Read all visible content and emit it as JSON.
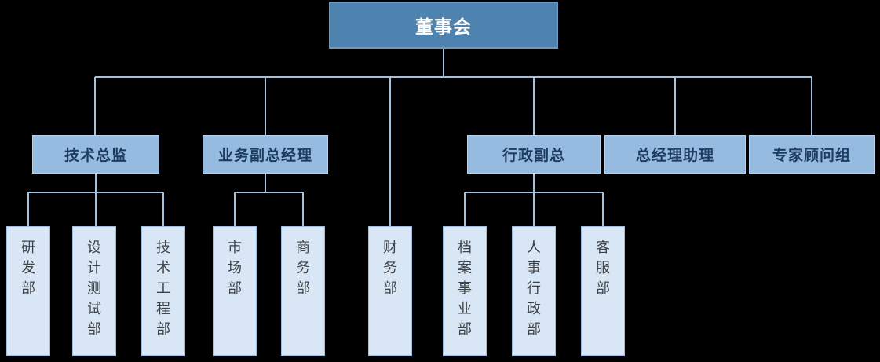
{
  "diagram": {
    "type": "org-chart",
    "root": {
      "label": "董事会"
    },
    "level2": [
      {
        "label": "技术总监",
        "parent": "董事会"
      },
      {
        "label": "业务副总经理",
        "parent": "董事会"
      },
      {
        "label": "行政副总",
        "parent": "董事会"
      },
      {
        "label": "总经理助理",
        "parent": "董事会"
      },
      {
        "label": "专家顾问组",
        "parent": "董事会"
      }
    ],
    "level3": [
      {
        "label": "研发部",
        "parent": "技术总监"
      },
      {
        "label": "设计测试部",
        "parent": "技术总监"
      },
      {
        "label": "技术工程部",
        "parent": "技术总监"
      },
      {
        "label": "市场部",
        "parent": "业务副总经理"
      },
      {
        "label": "商务部",
        "parent": "业务副总经理"
      },
      {
        "label": "财务部",
        "parent": "董事会"
      },
      {
        "label": "档案事业部",
        "parent": "行政副总"
      },
      {
        "label": "人事行政部",
        "parent": "行政副总"
      },
      {
        "label": "客服部",
        "parent": "行政副总"
      }
    ]
  },
  "colors": {
    "bg": "#000000",
    "root-fill": "#4E82AF",
    "root-border": "#6E9BC0",
    "root-text": "#FFFFFF",
    "l2-fill": "#95BBE0",
    "l2-border": "#B9D2EC",
    "l2-text": "#1F3C5F",
    "l3-fill": "#D9E6F5",
    "l3-border": "#9DBFE3",
    "l3-text": "#3E4347",
    "line": "#A6C3DE"
  }
}
